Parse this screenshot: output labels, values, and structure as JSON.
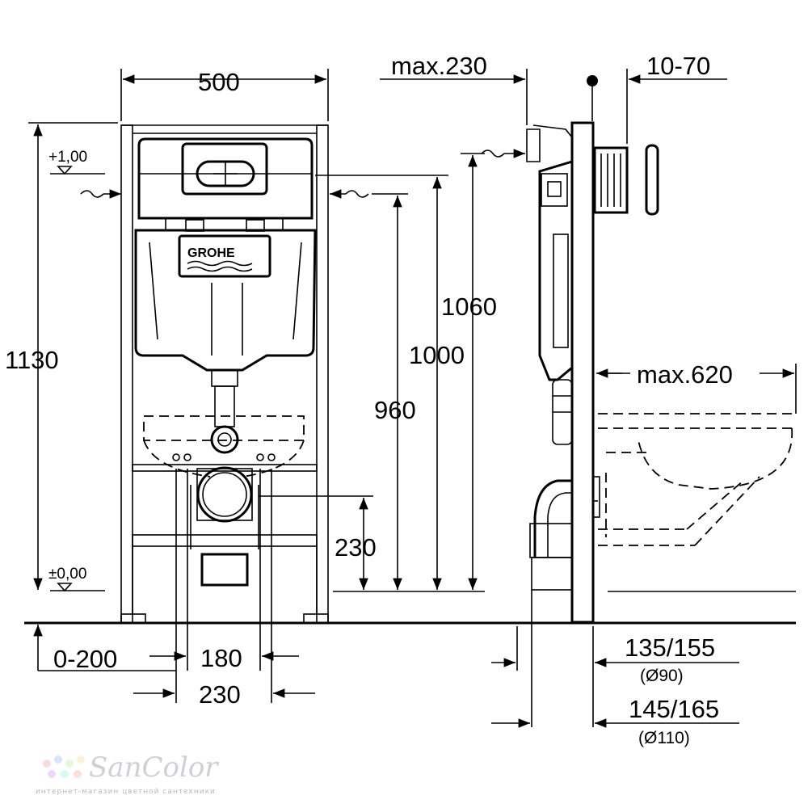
{
  "dimensions": {
    "width_frame": "500",
    "height_total": "1130",
    "height_1060": "1060",
    "height_1000": "1000",
    "height_960": "960",
    "height_230": "230",
    "offset_0_200": "0-200",
    "spacing_180": "180",
    "spacing_230": "230",
    "max_230": "max.230",
    "range_10_70": "10-70",
    "max_620": "max.620",
    "pipe_135_155": "135/155",
    "pipe_d90": "(Ø90)",
    "pipe_145_165": "145/165",
    "pipe_d110": "(Ø110)"
  },
  "levels": {
    "top": "+1,00",
    "floor": "±0,00"
  },
  "brand": {
    "logo": "GROHE"
  },
  "watermark": {
    "name": "SanColor",
    "tagline": "интернет-магазин цветной сантехники"
  }
}
